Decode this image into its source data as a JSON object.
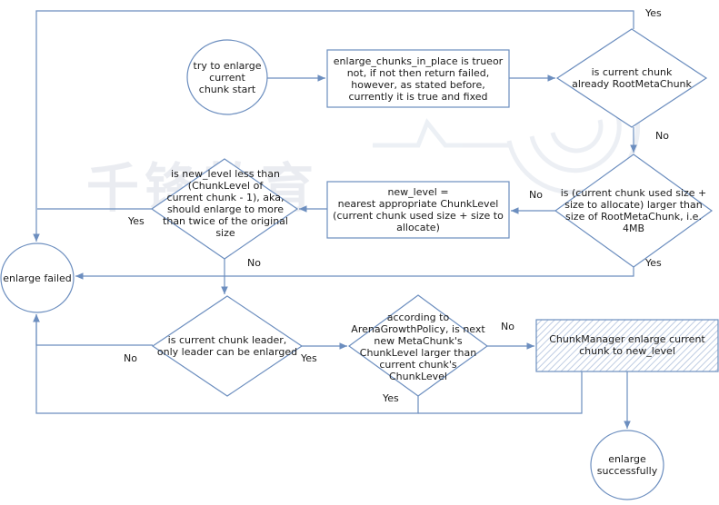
{
  "watermark": "千锋教育",
  "nodes": {
    "start": "try to enlarge\ncurrent\nchunk start",
    "check_inplace": "enlarge_chunks_in_place is trueor\nnot,  if not then return failed,\nhowever, as stated before,\ncurrently it is true and fixed",
    "is_root": "is current chunk\nalready RootMetaChunk",
    "size_larger": "is (current chunk used size +\nsize to allocate) larger than\nsize of RootMetaChunk, i.e.\n4MB",
    "new_level": "new_level =\nnearest appropriate ChunkLevel\n(current chunk used size + size to\nallocate)",
    "level_less": "is new_level less than\n(ChunkLevel of\ncurrent chunk - 1),   aka,\nshould enlarge to more\nthan twice of the original\nsize",
    "failed": "enlarge failed",
    "is_leader": "is current chunk leader,\nonly leader can be enlarged",
    "growth_policy": "according to\nArenaGrowthPolicy, is next\nnew MetaChunk's\nChunkLevel larger than\ncurrent chunk's\nChunkLevel",
    "manager": "ChunkManager enlarge current\nchunk to new_level",
    "success": "enlarge\nsuccessfully"
  },
  "edge_labels": {
    "root_yes": "Yes",
    "root_no": "No",
    "size_no": "No",
    "size_yes": "Yes",
    "level_yes": "Yes",
    "level_no": "No",
    "leader_no": "No",
    "leader_yes": "Yes",
    "policy_no": "No",
    "policy_yes": "Yes"
  },
  "colors": {
    "stroke": "#6c8ebf",
    "hatch": "#bfcde3",
    "text": "#1a1a1a"
  }
}
